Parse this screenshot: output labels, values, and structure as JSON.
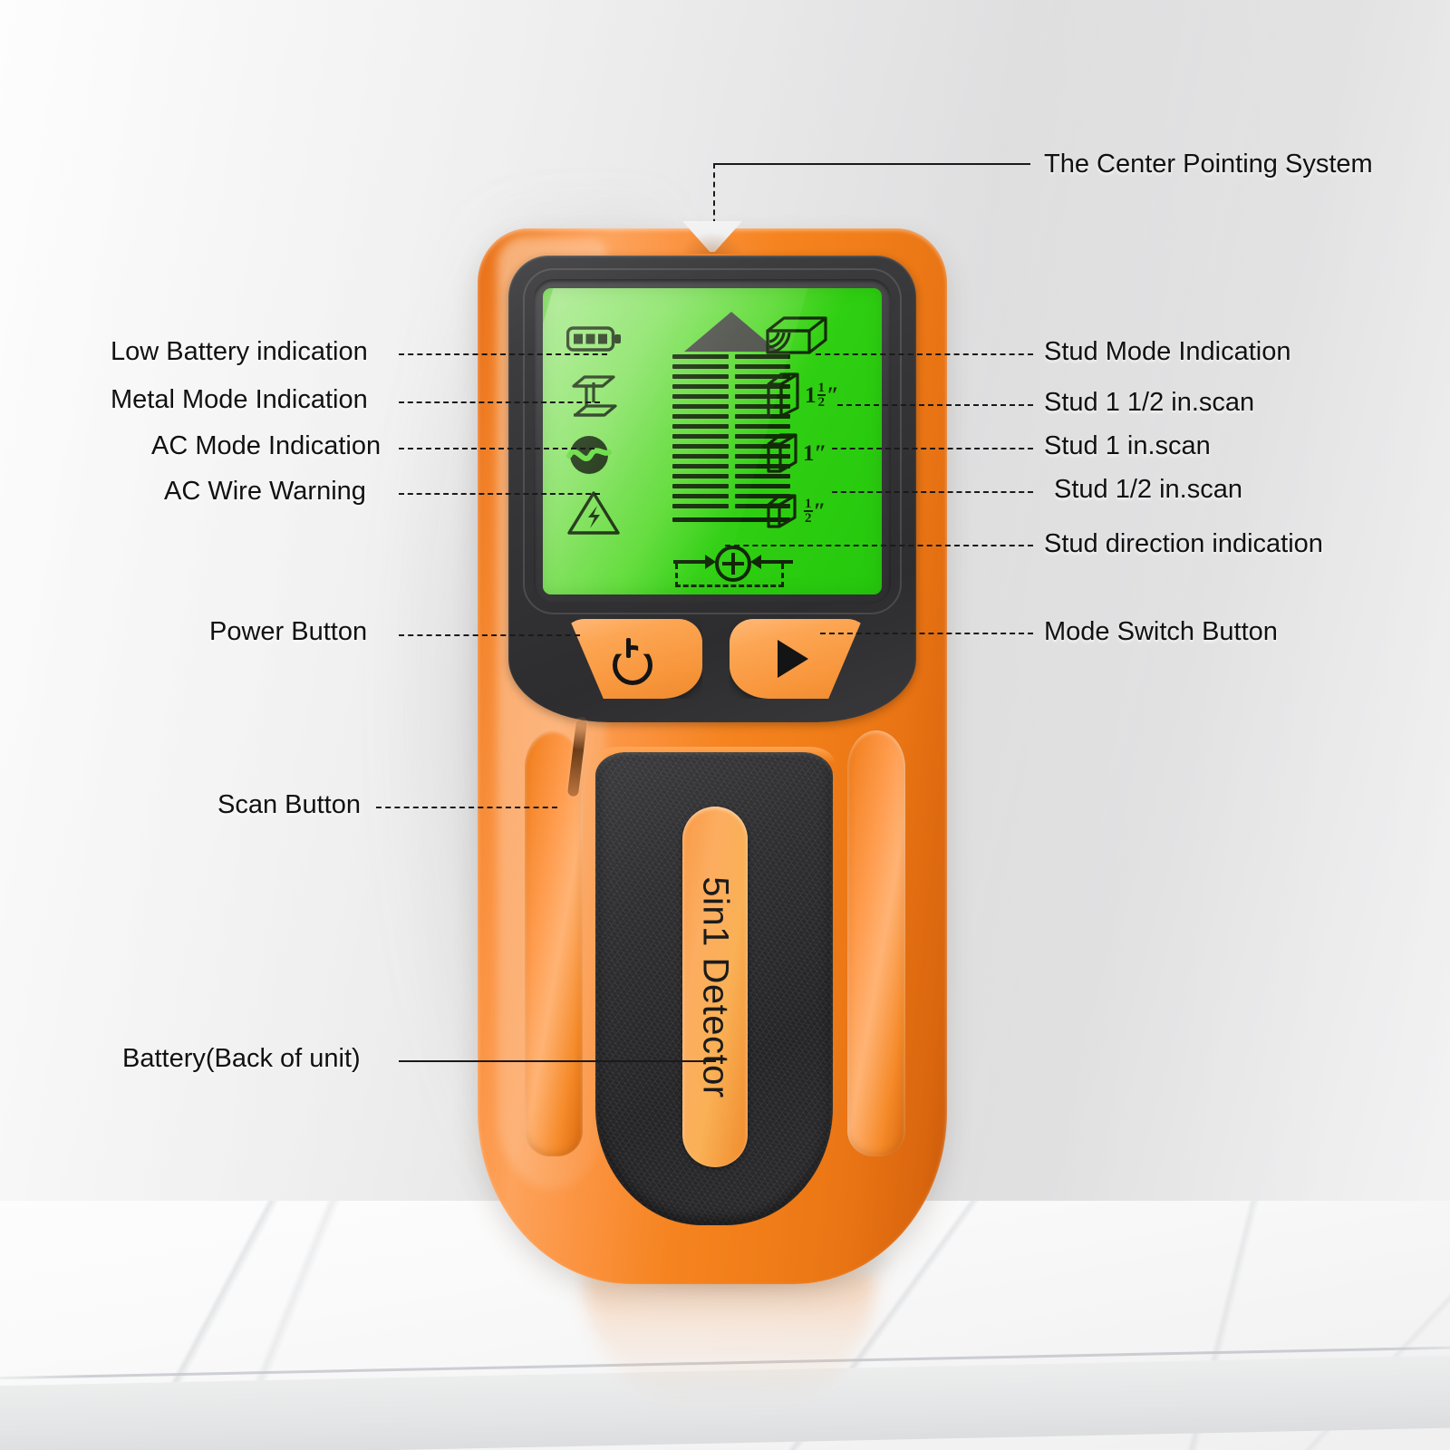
{
  "diagram": {
    "title": "5in1 Detector annotated product diagram",
    "product_badge": "5in1  Detector",
    "colors": {
      "shell_orange": "#f5831f",
      "bezel_black": "#303032",
      "lcd_green": "#3ed016",
      "lcd_ink": "#132b08",
      "leader_line": "#1a1a1a",
      "label_text": "#111111",
      "background": "#eeeeee",
      "table_marble": "#fafafa"
    }
  },
  "labels_right": [
    {
      "id": "center-pointing-system",
      "text": "The Center Pointing System"
    },
    {
      "id": "stud-mode-indication",
      "text": "Stud Mode Indication"
    },
    {
      "id": "stud-1-1-2-in-scan",
      "text": "Stud 1 1/2 in.scan"
    },
    {
      "id": "stud-1-in-scan",
      "text": "Stud 1 in.scan"
    },
    {
      "id": "stud-1-2-in-scan",
      "text": "Stud 1/2 in.scan"
    },
    {
      "id": "stud-direction-indication",
      "text": "Stud direction indication"
    },
    {
      "id": "mode-switch-button",
      "text": "Mode Switch Button"
    }
  ],
  "labels_left": [
    {
      "id": "low-battery-indication",
      "text": "Low Battery indication"
    },
    {
      "id": "metal-mode-indication",
      "text": "Metal Mode Indication"
    },
    {
      "id": "ac-mode-indication",
      "text": "AC Mode Indication"
    },
    {
      "id": "ac-wire-warning",
      "text": "AC Wire Warning"
    },
    {
      "id": "power-button",
      "text": "Power Button"
    },
    {
      "id": "scan-button",
      "text": "Scan Button"
    },
    {
      "id": "battery-back-of-unit",
      "text": "Battery(Back of unit)"
    }
  ],
  "lcd": {
    "left_icons": [
      {
        "name": "battery-icon",
        "meaning": "Low Battery indication",
        "bars": 3
      },
      {
        "name": "metal-ibeam-icon",
        "meaning": "Metal Mode Indication"
      },
      {
        "name": "ac-wave-icon",
        "meaning": "AC Mode Indication"
      },
      {
        "name": "ac-warning-icon",
        "meaning": "AC Wire Warning"
      }
    ],
    "right_icons": [
      {
        "name": "wood-stud-icon",
        "meaning": "Stud Mode Indication",
        "value": ""
      },
      {
        "name": "stud-depth-icon",
        "meaning": "Stud 1 1/2 in.scan",
        "value": "1 1/2\""
      },
      {
        "name": "stud-depth-icon",
        "meaning": "Stud 1 in.scan",
        "value": "1\""
      },
      {
        "name": "stud-depth-icon",
        "meaning": "Stud 1/2 in.scan",
        "value": "1/2\""
      }
    ],
    "measurements": [
      {
        "whole": "1",
        "num": "1",
        "den": "2",
        "unit": "″"
      },
      {
        "whole": "1",
        "num": "",
        "den": "",
        "unit": "″"
      },
      {
        "whole": "",
        "num": "1",
        "den": "2",
        "unit": "″"
      }
    ],
    "bargraph": {
      "name": "signal-bargraph",
      "rows": 16,
      "columns": 2,
      "pointer": "triangle-up"
    },
    "center_marker": {
      "name": "crosshair-icon",
      "left_arrow": "→",
      "right_arrow": "←"
    }
  },
  "buttons": {
    "power": {
      "name": "power-button",
      "glyph": "power-icon"
    },
    "mode": {
      "name": "mode-switch-button",
      "glyph": "play-triangle-icon"
    },
    "scan": {
      "name": "scan-button",
      "glyph": "side-slot"
    }
  }
}
